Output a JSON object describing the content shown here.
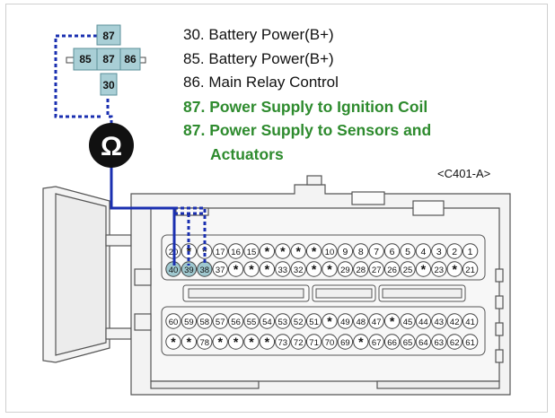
{
  "relay": {
    "pins": {
      "top": "87",
      "left": "85",
      "center": "87",
      "right": "86",
      "bottom": "30"
    }
  },
  "meter_symbol": "Ω",
  "legend": [
    {
      "text": "30. Battery Power(B+)",
      "highlight": false
    },
    {
      "text": "85. Battery Power(B+)",
      "highlight": false
    },
    {
      "text": "86. Main Relay Control",
      "highlight": false
    },
    {
      "text": "87. Power Supply to Ignition Coil",
      "highlight": true
    },
    {
      "text": "87. Power Supply to Sensors and",
      "highlight": true
    },
    {
      "text": "Actuators",
      "highlight": true
    }
  ],
  "connector": {
    "id": "<C401-A>",
    "rows": [
      [
        "20",
        "*",
        "*",
        "17",
        "16",
        "15",
        "*",
        "*",
        "*",
        "*",
        "10",
        "9",
        "8",
        "7",
        "6",
        "5",
        "4",
        "3",
        "2",
        "1"
      ],
      [
        "40",
        "39",
        "38",
        "37",
        "*",
        "*",
        "*",
        "33",
        "32",
        "*",
        "*",
        "29",
        "28",
        "27",
        "26",
        "25",
        "*",
        "23",
        "*",
        "21"
      ],
      [
        "60",
        "59",
        "58",
        "57",
        "56",
        "55",
        "54",
        "53",
        "52",
        "51",
        "*",
        "49",
        "48",
        "47",
        "*",
        "45",
        "44",
        "43",
        "42",
        "41"
      ],
      [
        "*",
        "*",
        "78",
        "*",
        "*",
        "*",
        "*",
        "73",
        "72",
        "71",
        "70",
        "69",
        "*",
        "67",
        "66",
        "65",
        "64",
        "63",
        "62",
        "61"
      ]
    ],
    "probed_pins": [
      "40",
      "39",
      "38"
    ]
  },
  "colors": {
    "wire_blue": "#1a2fb0",
    "relay_fill": "#a9cfd6",
    "pin_highlight_fill": "#9fc8cf",
    "legend_highlight": "#2e8b2e"
  }
}
